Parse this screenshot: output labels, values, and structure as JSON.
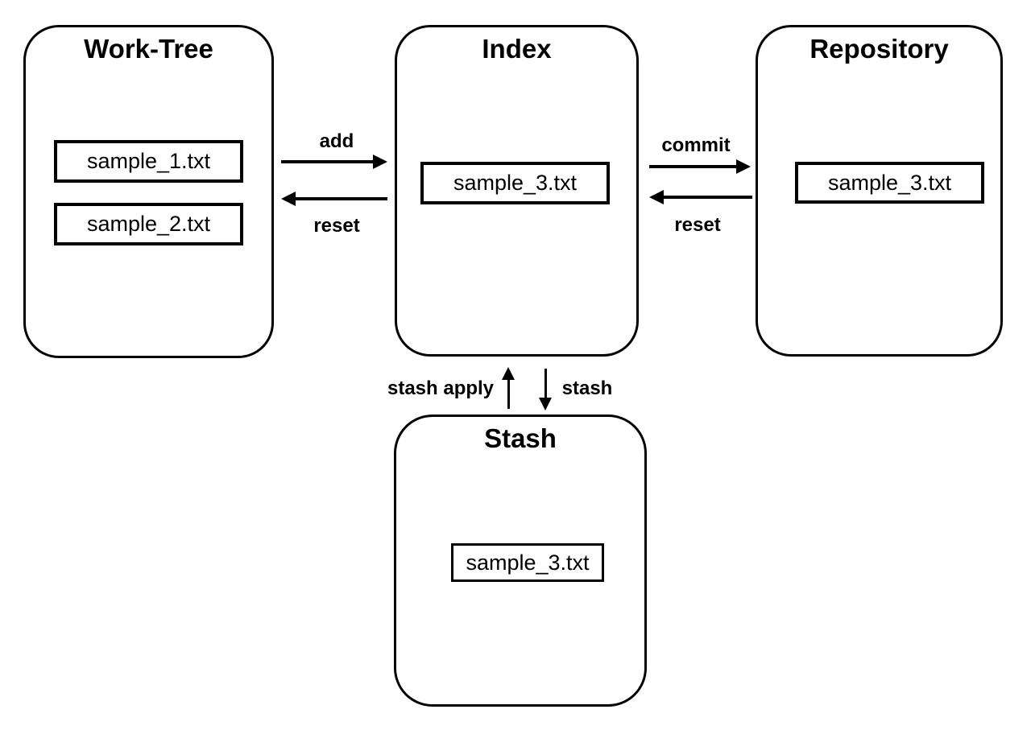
{
  "containers": {
    "work_tree": {
      "title": "Work-Tree",
      "files": [
        "sample_1.txt",
        "sample_2.txt"
      ]
    },
    "index": {
      "title": "Index",
      "files": [
        "sample_3.txt"
      ]
    },
    "repository": {
      "title": "Repository",
      "files": [
        "sample_3.txt"
      ]
    },
    "stash": {
      "title": "Stash",
      "files": [
        "sample_3.txt"
      ]
    }
  },
  "arrows": {
    "add": {
      "label": "add",
      "from": "work_tree",
      "to": "index"
    },
    "reset_to_work_tree": {
      "label": "reset",
      "from": "index",
      "to": "work_tree"
    },
    "commit": {
      "label": "commit",
      "from": "index",
      "to": "repository"
    },
    "reset_to_index": {
      "label": "reset",
      "from": "repository",
      "to": "index"
    },
    "stash_apply": {
      "label": "stash apply",
      "from": "stash",
      "to": "index"
    },
    "stash": {
      "label": "stash",
      "from": "index",
      "to": "stash"
    }
  },
  "colors": {
    "background": "#ffffff",
    "stroke": "#000000",
    "text": "#000000"
  }
}
